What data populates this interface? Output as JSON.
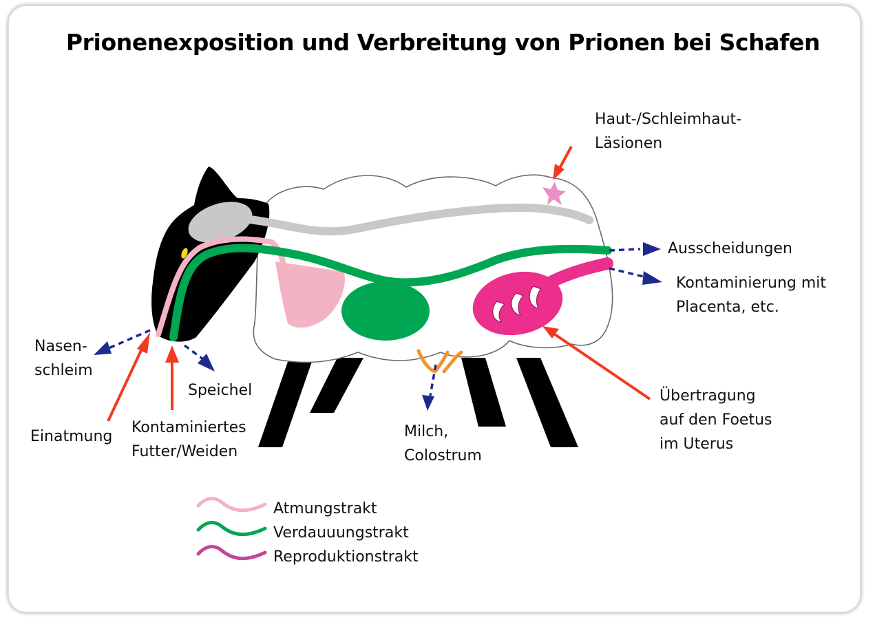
{
  "title": "Prionenexposition und Verbreitung von Prionen bei Schafen",
  "labels": {
    "haut_line1": "Haut-/Schleimhaut-",
    "haut_line2": "Läsionen",
    "ausscheidungen": "Ausscheidungen",
    "kontaminierung_line1": "Kontaminierung mit",
    "kontaminierung_line2": "Placenta, etc.",
    "nasen_line1": "Nasen-",
    "nasen_line2": "schleim",
    "speichel": "Speichel",
    "einatmung": "Einatmung",
    "futter_line1": "Kontaminiertes",
    "futter_line2": "Futter/Weiden",
    "milch_line1": "Milch,",
    "milch_line2": "Colostrum",
    "uebertragung_line1": "Übertragung",
    "uebertragung_line2": "auf den Foetus",
    "uebertragung_line3": "im Uterus"
  },
  "legend": [
    {
      "label": "Atmungstrakt",
      "color": "#f4b3c2"
    },
    {
      "label": "Verdauuungstrakt",
      "color": "#00a651"
    },
    {
      "label": "Reproduktionstrakt",
      "color": "#c2469a"
    }
  ],
  "colors": {
    "exposure_arrow": "#f23a1e",
    "shedding_arrow": "#1e2a8f",
    "respiratory": "#f4b3c2",
    "digestive": "#00a651",
    "reproductive": "#ec2e8c",
    "nervous": "#c8c8c8",
    "udder": "#f39232",
    "lesion": "#e890c8"
  }
}
